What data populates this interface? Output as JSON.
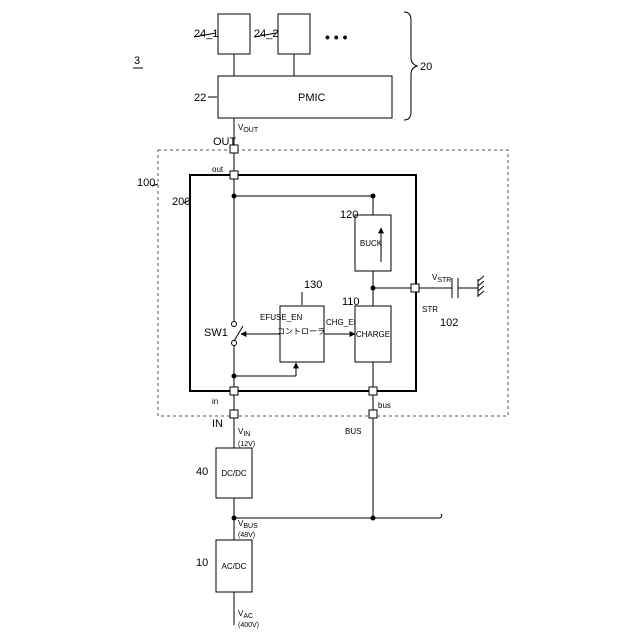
{
  "figure_number": "3",
  "group_ref": "20",
  "loads": [
    {
      "ref": "24_1"
    },
    {
      "ref": "24_2"
    }
  ],
  "continuation": "• • •",
  "pmic": {
    "ref": "22",
    "label": "PMIC"
  },
  "pins": {
    "OUT": "OUT",
    "out": "out",
    "IN": "IN",
    "in": "in",
    "BUS": "BUS",
    "bus": "bus",
    "STR": "STR"
  },
  "voltages": {
    "v": "V",
    "out_sub": "OUT",
    "in_sub": "IN",
    "in_value": "(12V)",
    "bus_sub": "BUS",
    "bus_value": "(48V)",
    "ac_sub": "AC",
    "ac_value": "(400V)",
    "str_sub": "STR"
  },
  "module": {
    "ref": "100"
  },
  "ic": {
    "ref": "200"
  },
  "switch": {
    "label": "SW1"
  },
  "controller": {
    "ref": "130",
    "label": "コントローラ"
  },
  "charge": {
    "ref": "110",
    "label": "CHARGE"
  },
  "buck": {
    "ref": "120",
    "label": "BUCK"
  },
  "signals": {
    "efuse_en": "EFUSE_EN",
    "chg_en": "CHG_EN"
  },
  "capacitor": {
    "ref": "102"
  },
  "dcdc": {
    "ref": "40",
    "label": "DC/DC"
  },
  "acdc": {
    "ref": "10",
    "label": "AC/DC"
  }
}
